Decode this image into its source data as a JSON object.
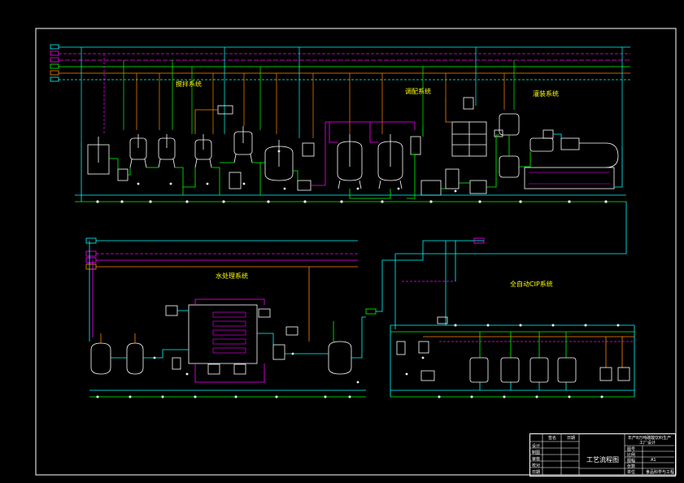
{
  "sections": {
    "mixing": "搅拌系统",
    "blending": "调配系统",
    "filling": "灌装系统",
    "water": "水处理系统",
    "cip": "全自动CIP系统"
  },
  "title_block": {
    "project_line1": "年产8万吨碳酸饮料生产",
    "project_line2": "工厂设计",
    "drawing_title": "工艺流程图",
    "rows_left": [
      "设计",
      "制图",
      "审核",
      "校对",
      "日期"
    ],
    "col_heads": [
      "签名",
      "日期"
    ],
    "rows_right_label": [
      "图号",
      "比例",
      "图幅",
      "张数",
      "单位"
    ],
    "rows_right_value": [
      "",
      "",
      "A1",
      "",
      "食品科学与工程"
    ]
  },
  "colors": {
    "background": "#000000",
    "frame": "#ffffff",
    "pipe_cyan": "#00ffff",
    "pipe_green": "#00ff00",
    "pipe_magenta": "#ff00ff",
    "pipe_orange": "#ff8800",
    "label_yellow": "#ffff00"
  }
}
